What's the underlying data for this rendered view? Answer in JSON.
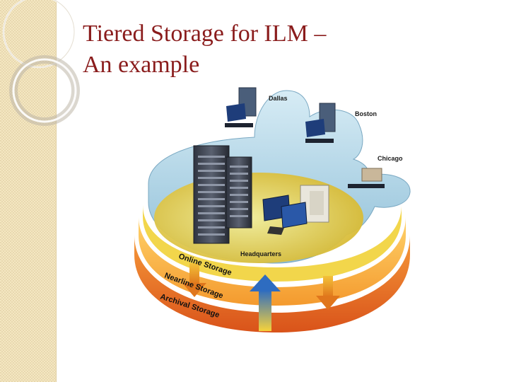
{
  "slide": {
    "title_line1": "Tiered Storage for ILM –",
    "title_line2": "An example"
  },
  "diagram": {
    "sites": [
      "Dallas",
      "Boston",
      "Chicago"
    ],
    "hq_label": "Headquarters",
    "tiers": [
      "Online Storage",
      "Nearline Storage",
      "Archival Storage"
    ]
  },
  "colors": {
    "title": "#8a1c1c",
    "left_panel": "#f4e7c2",
    "platform_top": "#b8d9ea",
    "online_tier": "#f2d64b",
    "nearline_tier": "#f4a23a",
    "archival_tier": "#e3621d",
    "arrow_blue": "#1f5fae"
  }
}
